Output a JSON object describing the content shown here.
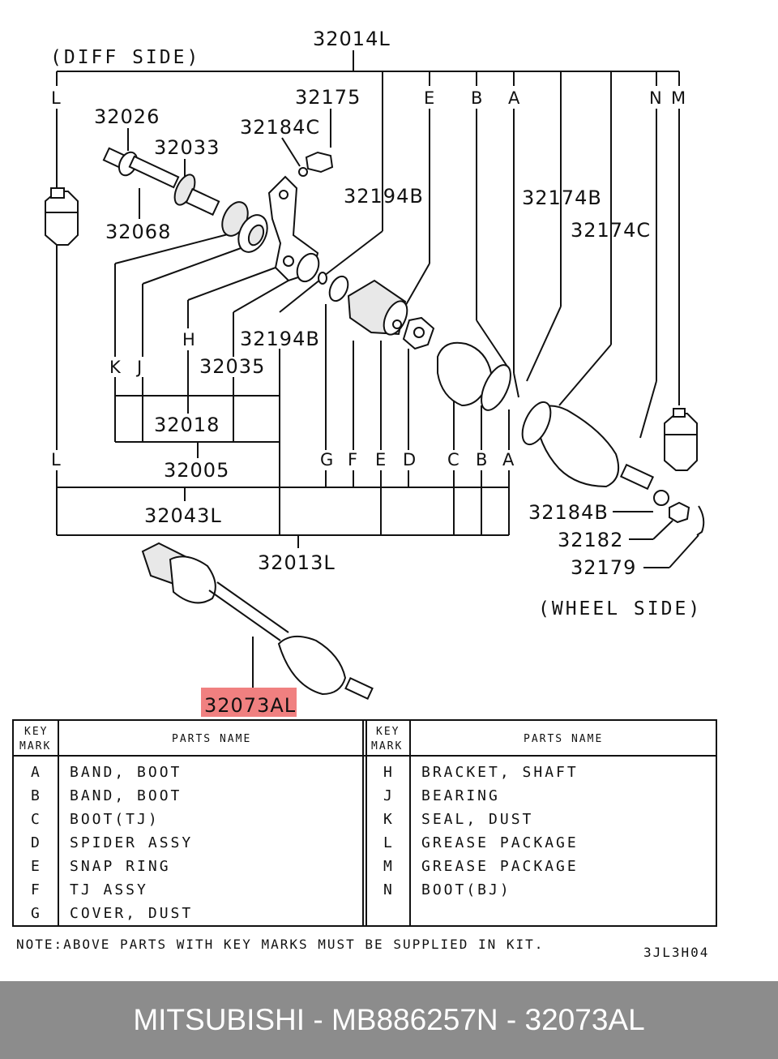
{
  "labels": {
    "diff_side": "(DIFF SIDE)",
    "wheel_side": "(WHEEL SIDE)",
    "p32014L": "32014L",
    "p32175": "32175",
    "p32184C": "32184C",
    "p32026": "32026",
    "p32033": "32033",
    "p32068": "32068",
    "p32194B_top": "32194B",
    "p32194B_mid": "32194B",
    "p32174B": "32174B",
    "p32174C": "32174C",
    "p32035": "32035",
    "p32018": "32018",
    "p32005": "32005",
    "p32043L": "32043L",
    "p32013L": "32013L",
    "p32184B": "32184B",
    "p32182": "32182",
    "p32179": "32179",
    "p32073AL": "32073AL",
    "top_keys": [
      "L",
      "E",
      "B",
      "A",
      "N",
      "M"
    ],
    "left_keys": [
      "K",
      "J",
      "H"
    ],
    "bottom_keys": [
      "L",
      "G",
      "F",
      "E",
      "D",
      "C",
      "B",
      "A"
    ]
  },
  "highlight_color": "#f08080",
  "table": {
    "header": {
      "key_mark_1": "KEY",
      "key_mark_2": "MARK",
      "parts_name": "PARTS NAME"
    },
    "left_rows": [
      {
        "key": "A",
        "name": "BAND, BOOT"
      },
      {
        "key": "B",
        "name": "BAND, BOOT"
      },
      {
        "key": "C",
        "name": "BOOT(TJ)"
      },
      {
        "key": "D",
        "name": "SPIDER ASSY"
      },
      {
        "key": "E",
        "name": "SNAP RING"
      },
      {
        "key": "F",
        "name": "TJ ASSY"
      },
      {
        "key": "G",
        "name": "COVER, DUST"
      }
    ],
    "right_rows": [
      {
        "key": "H",
        "name": "BRACKET, SHAFT"
      },
      {
        "key": "J",
        "name": "BEARING"
      },
      {
        "key": "K",
        "name": "SEAL, DUST"
      },
      {
        "key": "L",
        "name": "GREASE PACKAGE"
      },
      {
        "key": "M",
        "name": "GREASE PACKAGE"
      },
      {
        "key": "N",
        "name": "BOOT(BJ)"
      }
    ]
  },
  "note": "NOTE:ABOVE PARTS WITH KEY MARKS MUST BE SUPPLIED IN KIT.",
  "code": "3JL3H04",
  "footer": {
    "brand": "MITSUBISHI",
    "part_number": "MB886257",
    "ref": "N - 32073AL"
  }
}
